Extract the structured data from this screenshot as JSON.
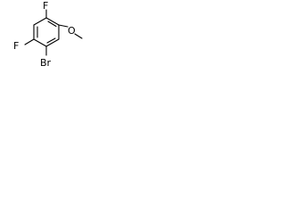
{
  "molecule": {
    "atoms": {
      "fluorine_top": "F",
      "fluorine_left": "F",
      "oxygen": "O",
      "bromine": "Br"
    }
  }
}
